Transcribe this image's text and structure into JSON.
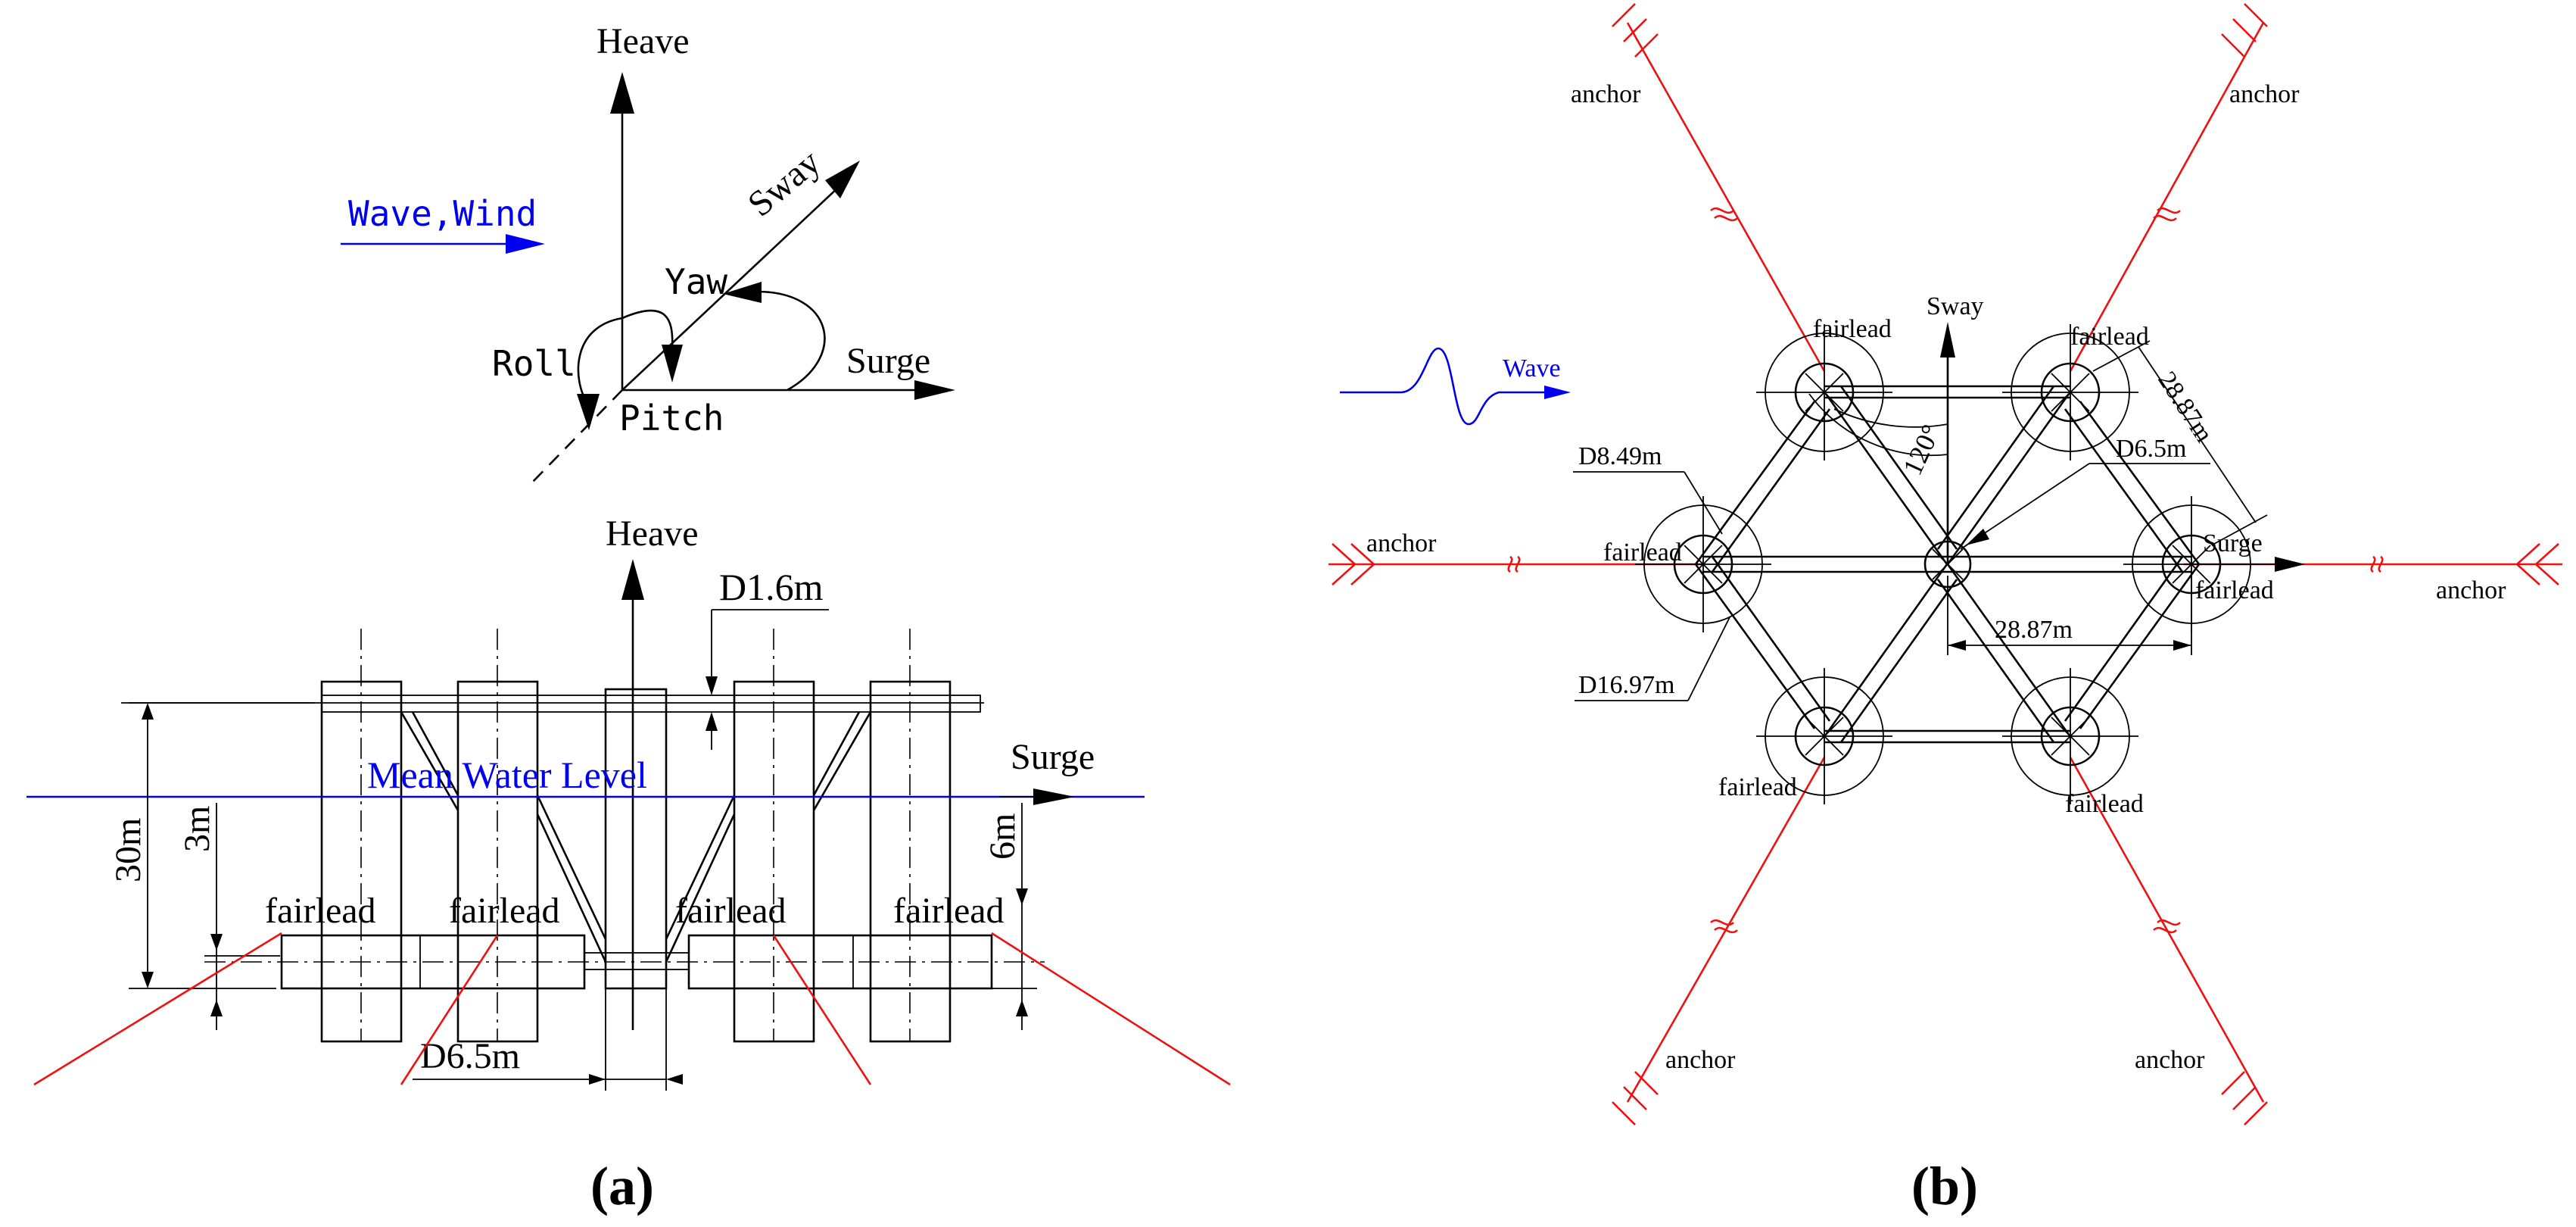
{
  "panel_a": {
    "dof": {
      "heave": "Heave",
      "sway": "Sway",
      "yaw": "Yaw",
      "roll": "Roll",
      "pitch": "Pitch",
      "surge": "Surge",
      "wave_wind": "Wave,Wind"
    },
    "side": {
      "heave": "Heave",
      "surge": "Surge",
      "d_brace": "D1.6m",
      "mean_water_level": "Mean Water Level",
      "height": "30m",
      "draft_pontoon": "3m",
      "freeboard": "6m",
      "d_column": "D6.5m",
      "fairlead": "fairlead"
    },
    "caption": "(a)"
  },
  "panel_b": {
    "sway": "Sway",
    "surge": "Surge",
    "wave": "Wave",
    "anchor": "anchor",
    "fairlead": "fairlead",
    "angle": "120°",
    "spacing_diag": "28.87m",
    "spacing_horiz": "28.87m",
    "d_column": "D6.5m",
    "d_pontoon_inner": "D8.49m",
    "d_pontoon_outer": "D16.97m",
    "caption": "(b)"
  },
  "colors": {
    "mooring_line": "#ee1111",
    "wave_annotation": "#0000ee",
    "structure": "#000000"
  }
}
